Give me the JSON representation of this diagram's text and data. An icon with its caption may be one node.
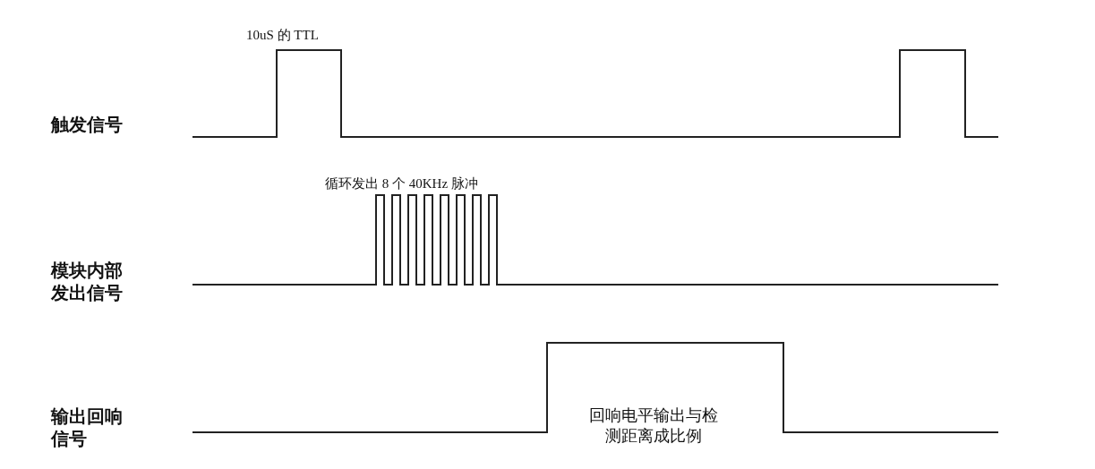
{
  "diagram": {
    "labels": [
      "10uS 的 TTL",
      "触发信号",
      "循环发出 8 个 40KHz 脉冲",
      "模块内部发出信号",
      "输出回响信号",
      "回响电平输出与检测距离成比例"
    ]
  }
}
